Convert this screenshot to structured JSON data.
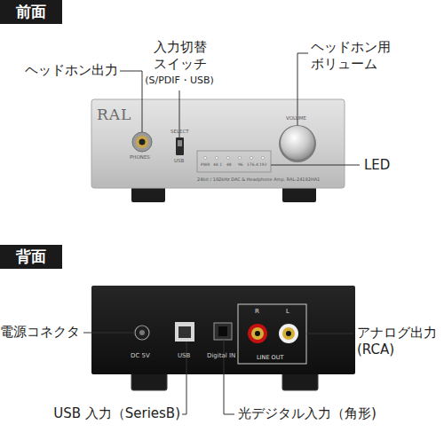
{
  "diagram": {
    "nodes": [
      {
        "text": [
          "前面"
        ]
      },
      {
        "text": [
          "背面"
        ]
      }
    ],
    "labels": [
      "ヘッドホン出力",
      "入力切替 スイッチ",
      "(S/PDIF・USB)",
      "ヘッドホン用 ボリューム",
      "LED",
      "電源コネクタ",
      "アナログ出力 (RCA)",
      "USB 入力（SeriesB)",
      "光デジタル入力（角形)",
      "RAL",
      "PHONES",
      "SELECT",
      "USB",
      "VOLUME",
      "PWR",
      "44.1",
      "48",
      "96",
      "176.4",
      "192",
      "24bit / 192kHz DAC & Headphone Amp.  RAL-24192HA1",
      "DC 5V",
      "USB",
      "Digital IN",
      "R",
      "L",
      "LINE OUT"
    ]
  }
}
